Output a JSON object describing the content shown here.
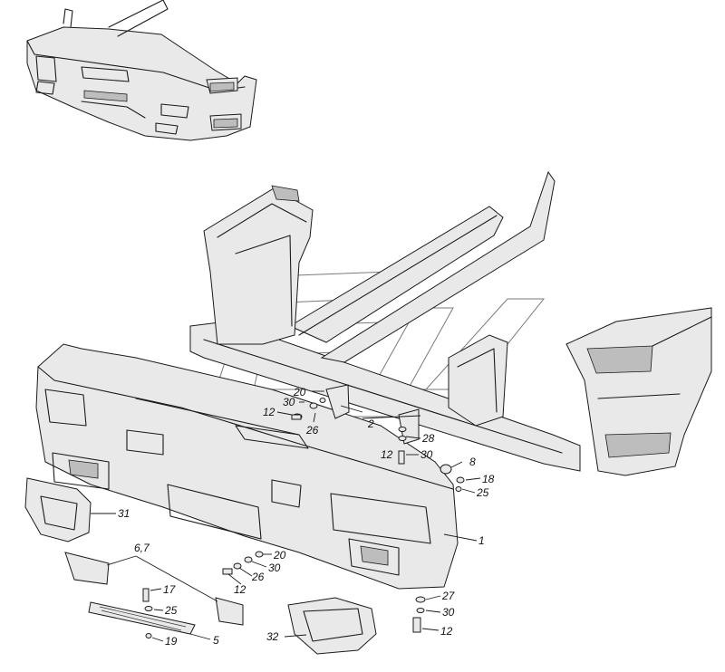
{
  "callouts": [
    {
      "id": "c1",
      "text": "1"
    },
    {
      "id": "c2",
      "text": "2"
    },
    {
      "id": "c5",
      "text": "5"
    },
    {
      "id": "c67",
      "text": "6,7"
    },
    {
      "id": "c8",
      "text": "8"
    },
    {
      "id": "c12a",
      "text": "12"
    },
    {
      "id": "c12b",
      "text": "12"
    },
    {
      "id": "c12c",
      "text": "12"
    },
    {
      "id": "c12d",
      "text": "12"
    },
    {
      "id": "c17",
      "text": "17"
    },
    {
      "id": "c18",
      "text": "18"
    },
    {
      "id": "c19",
      "text": "19"
    },
    {
      "id": "c20a",
      "text": "20"
    },
    {
      "id": "c20b",
      "text": "20"
    },
    {
      "id": "c25a",
      "text": "25"
    },
    {
      "id": "c25b",
      "text": "25"
    },
    {
      "id": "c26a",
      "text": "26"
    },
    {
      "id": "c26b",
      "text": "26"
    },
    {
      "id": "c27",
      "text": "27"
    },
    {
      "id": "c28",
      "text": "28"
    },
    {
      "id": "c30a",
      "text": "30"
    },
    {
      "id": "c30b",
      "text": "30"
    },
    {
      "id": "c30c",
      "text": "30"
    },
    {
      "id": "c30d",
      "text": "30"
    },
    {
      "id": "c31",
      "text": "31"
    },
    {
      "id": "c32",
      "text": "32"
    }
  ]
}
